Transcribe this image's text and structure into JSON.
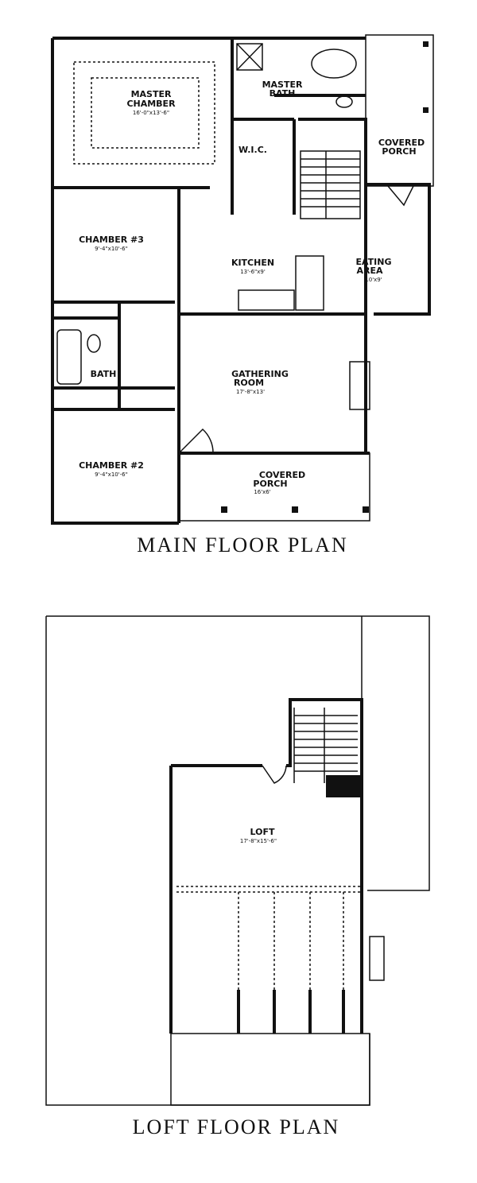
{
  "main_floor": {
    "caption": "MAIN FLOOR PLAN",
    "rooms": {
      "master_chamber": {
        "name": "MASTER CHAMBER",
        "name_line1": "MASTER",
        "name_line2": "CHAMBER",
        "size": "16'-0\"x13'-6\""
      },
      "master_bath": {
        "name_line1": "MASTER",
        "name_line2": "BATH"
      },
      "wic": {
        "name": "W.I.C."
      },
      "covered_porch_rear": {
        "name_line1": "COVERED",
        "name_line2": "PORCH"
      },
      "chamber_3": {
        "name": "CHAMBER #3",
        "size": "9'-4\"x10'-6\""
      },
      "kitchen": {
        "name": "KITCHEN",
        "size": "13'-6\"x9'"
      },
      "eating_area": {
        "name_line1": "EATING",
        "name_line2": "AREA",
        "size": "10'x9'"
      },
      "bath": {
        "name": "BATH"
      },
      "gathering_room": {
        "name_line1": "GATHERING",
        "name_line2": "ROOM",
        "size": "17'-8\"x13'"
      },
      "chamber_2": {
        "name": "CHAMBER #2",
        "size": "9'-4\"x10'-6\""
      },
      "covered_porch_front": {
        "name_line1": "COVERED",
        "name_line2": "PORCH",
        "size": "16'x6'"
      }
    }
  },
  "loft_floor": {
    "caption": "LOFT FLOOR PLAN",
    "rooms": {
      "loft": {
        "name": "LOFT",
        "size": "17'-8\"x15'-6\""
      }
    }
  }
}
